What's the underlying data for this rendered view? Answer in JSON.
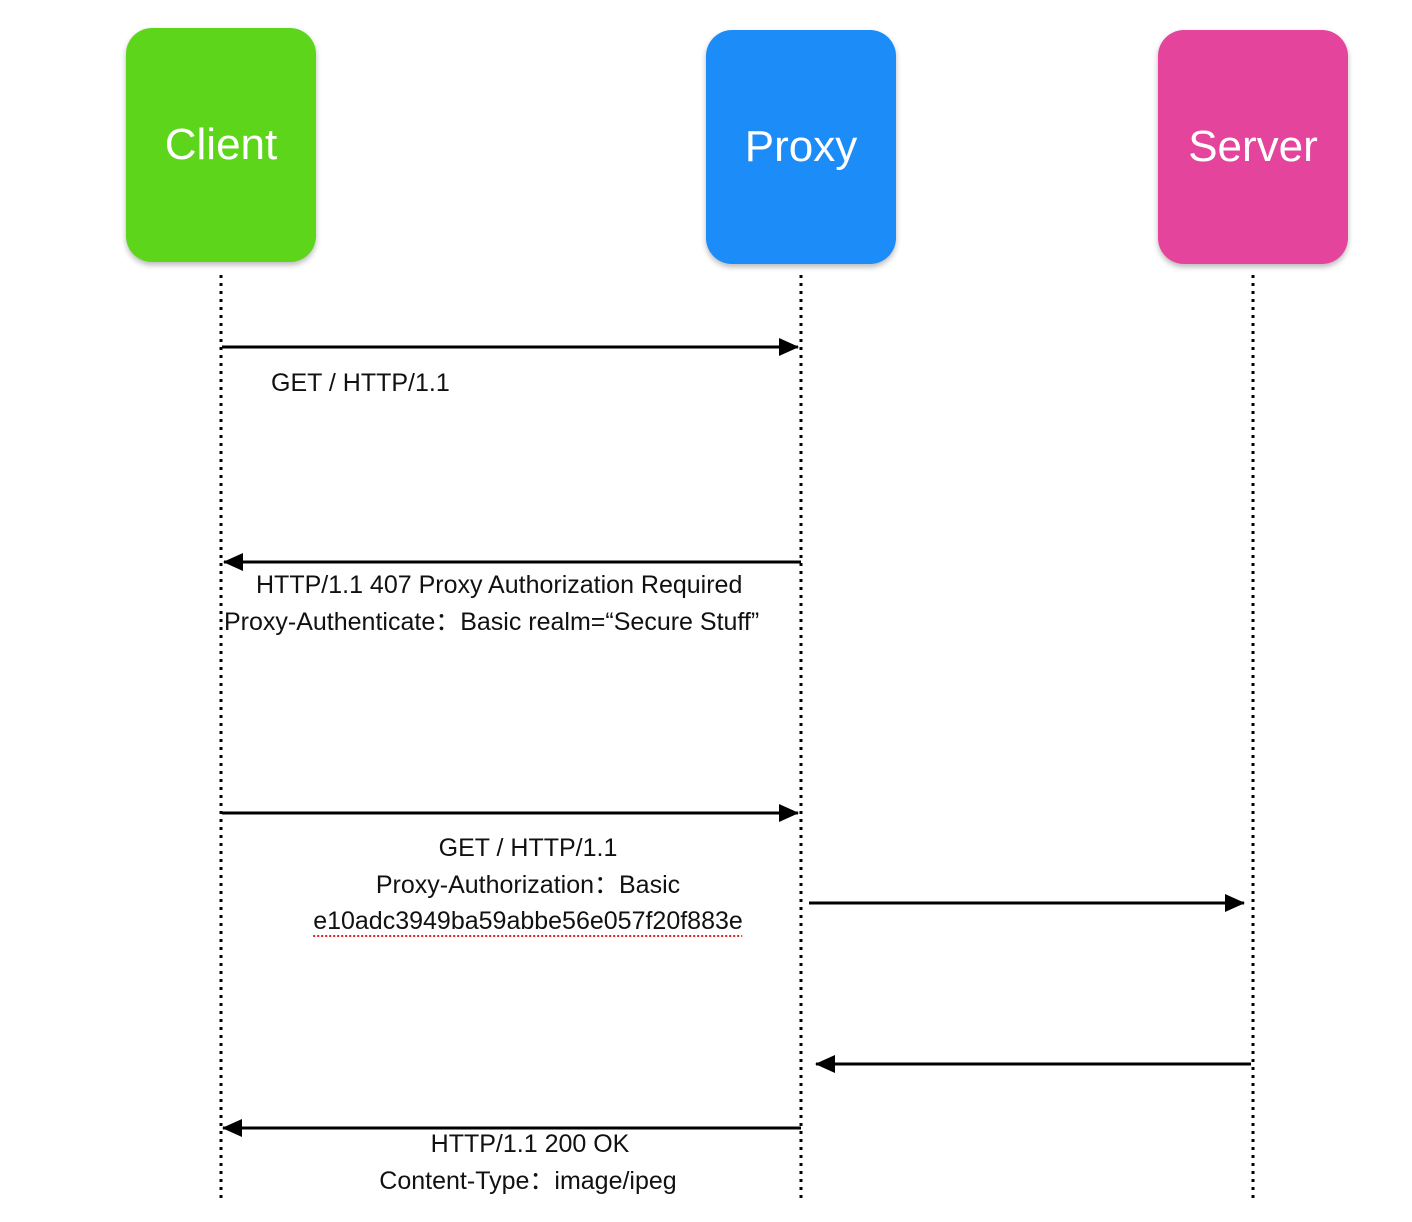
{
  "actors": [
    {
      "name": "Client",
      "color": "#5dd51b"
    },
    {
      "name": "Proxy",
      "color": "#1c8cf9"
    },
    {
      "name": "Server",
      "color": "#e4449b"
    }
  ],
  "messages": [
    {
      "from": "Client",
      "to": "Proxy",
      "lines": [
        "GET  /  HTTP/1.1"
      ]
    },
    {
      "from": "Proxy",
      "to": "Client",
      "lines": [
        "HTTP/1.1 407 Proxy Authorization Required",
        "Proxy-Authenticate：Basic realm=“Secure Stuff”"
      ]
    },
    {
      "from": "Client",
      "to": "Proxy",
      "lines": [
        "GET  /  HTTP/1.1",
        "Proxy-Authorization：Basic",
        "e10adc3949ba59abbe56e057f20f883e"
      ]
    },
    {
      "from": "Proxy",
      "to": "Server",
      "lines": []
    },
    {
      "from": "Server",
      "to": "Proxy",
      "lines": []
    },
    {
      "from": "Proxy",
      "to": "Client",
      "lines": [
        "HTTP/1.1  200 OK",
        "Content-Type：image/ipeg"
      ]
    }
  ]
}
